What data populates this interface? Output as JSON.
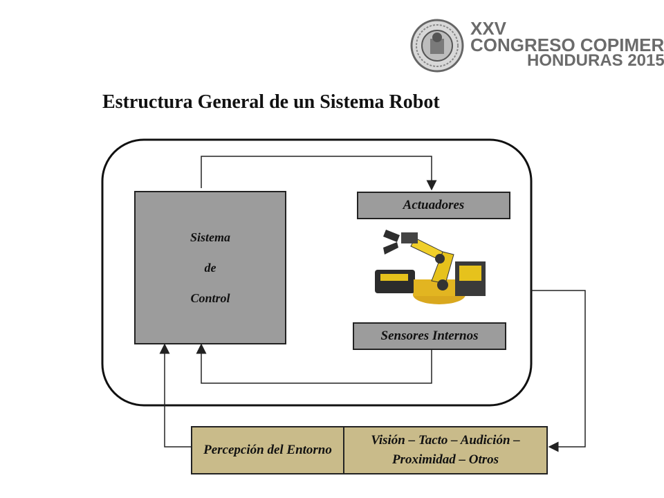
{
  "header": {
    "title": "Estructura General de un Sistema Robot"
  },
  "logo": {
    "line1": "XXV",
    "line2": "CONGRESO COPIMERA",
    "line3": "HONDURAS 2015"
  },
  "diagram": {
    "control_line1": "Sistema",
    "control_line2": "de",
    "control_line3": "Control",
    "actuadores": "Actuadores",
    "sensores": "Sensores Internos",
    "percepcion": "Percepción del Entorno",
    "vision": "Visión – Tacto – Audición – Proximidad – Otros"
  },
  "colors": {
    "box_gray": "#9c9c9c",
    "box_tan": "#c9bb8a",
    "line": "#222222"
  }
}
